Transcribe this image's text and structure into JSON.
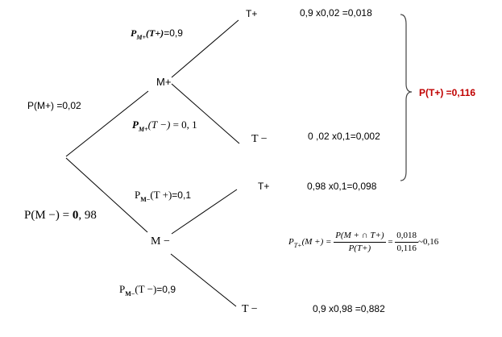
{
  "nodes": {
    "m_plus": "M+",
    "m_minus": "M −",
    "t_plus_1": "T+",
    "t_minus_1": "T −",
    "t_plus_2": "T+",
    "t_minus_2": "T −"
  },
  "branch_labels": {
    "p_m_plus": "P(M+) =0,02",
    "p_m_minus": {
      "prefix": "P(M −) = ",
      "value": "0",
      "suffix": ", 98"
    },
    "pm_plus_t_plus": {
      "p": "P",
      "sub": "M+",
      "arg": "(T+)",
      "value": "=0,9"
    },
    "pm_plus_t_minus": {
      "p": "P",
      "sub": "M+",
      "arg": "(T −)",
      "value": " = 0, 1"
    },
    "pm_minus_t_plus": {
      "p": "P",
      "sub": "M−",
      "arg": "(T +)",
      "value": "=0,1"
    },
    "pm_minus_t_minus": {
      "p": "P",
      "sub": "M−",
      "arg": "(T −)",
      "value": "=0,9"
    }
  },
  "products": {
    "tp1": "0,9 x0,02 =0,018",
    "tm1": "0 ,02 x0,1=0,002",
    "tp2": "0,98 x0,1=0,098",
    "tm2": "0,9 x0,98 =0,882"
  },
  "result": "P(T+) =0,116",
  "formula": {
    "lhs_p": "P",
    "lhs_sub": "T+",
    "lhs_arg": "(M +) =",
    "frac1_num": "P(M + ∩ T+)",
    "frac1_den": "P(T+)",
    "eq": "=",
    "frac2_num": "0,018",
    "frac2_den": "0,116",
    "approx": "~0,16"
  },
  "colors": {
    "line": "#000000",
    "result": "#c00000",
    "brace": "#444444"
  }
}
